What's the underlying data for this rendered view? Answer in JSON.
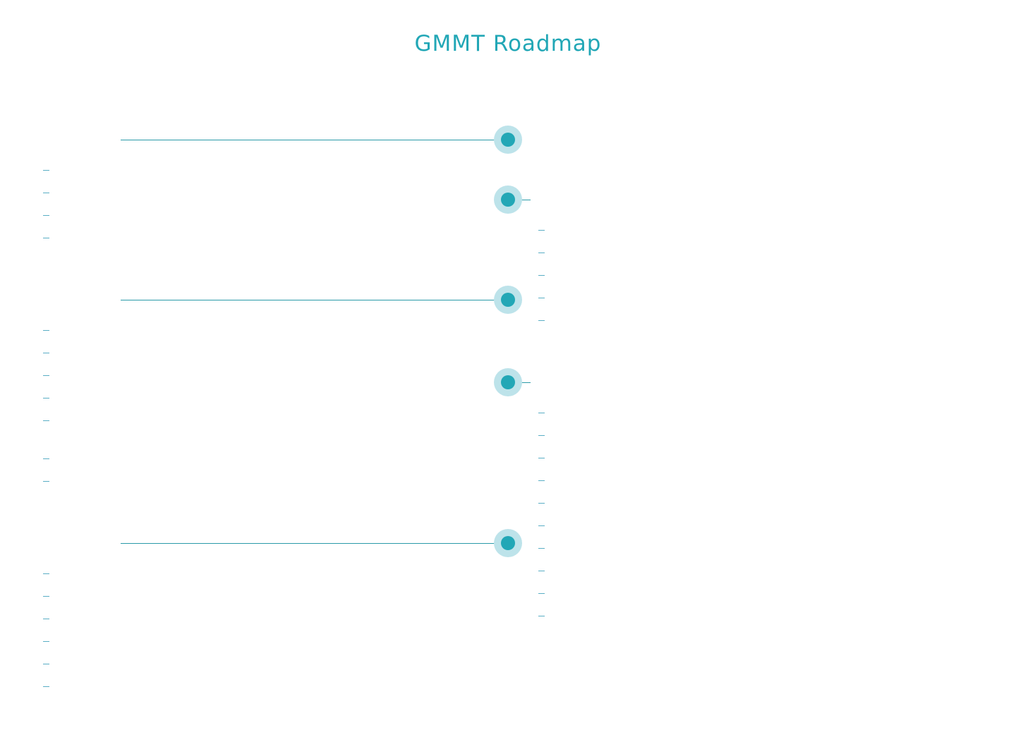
{
  "title": "GMMT Roadmap",
  "colors": {
    "accent": "#22a7b6",
    "halo": "#bde3ea",
    "line": "#2a9aa8",
    "dash": "#5aaec5"
  },
  "milestones": [
    {
      "side": "left",
      "bullets": 4
    },
    {
      "side": "right",
      "bullets": 5
    },
    {
      "side": "left",
      "bullets": 7
    },
    {
      "side": "right",
      "bullets": 10
    },
    {
      "side": "left",
      "bullets": 6
    }
  ]
}
